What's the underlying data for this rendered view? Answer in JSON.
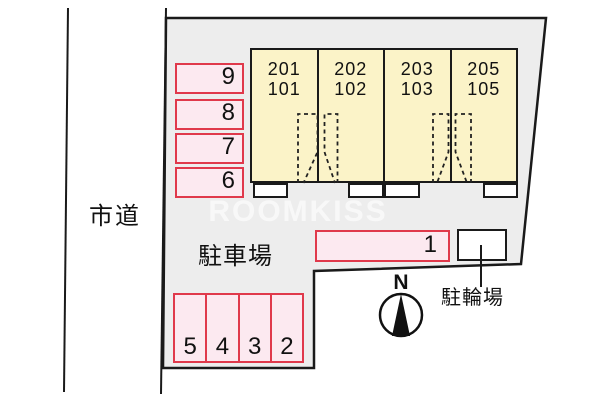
{
  "diagram": {
    "type": "property-site-plan",
    "road_label": "市道",
    "parking_area_label": "駐車場",
    "bicycle_area_label": "駐輪場",
    "compass_label": "N",
    "watermark": "ROOMKISS",
    "building": {
      "units": [
        {
          "upper": "201",
          "lower": "101"
        },
        {
          "upper": "202",
          "lower": "102"
        },
        {
          "upper": "203",
          "lower": "103"
        },
        {
          "upper": "205",
          "lower": "105"
        }
      ]
    },
    "parking_spaces": {
      "left_column": [
        "9",
        "8",
        "7",
        "6"
      ],
      "single_row": "1",
      "bottom_row": [
        "5",
        "4",
        "3",
        "2"
      ]
    },
    "colors": {
      "site_fill": "#EDEDED",
      "building_fill": "#FBF3C8",
      "parking_fill": "#FCE9F0",
      "parking_border": "#E0394B",
      "outline": "#1A1A1A"
    }
  }
}
